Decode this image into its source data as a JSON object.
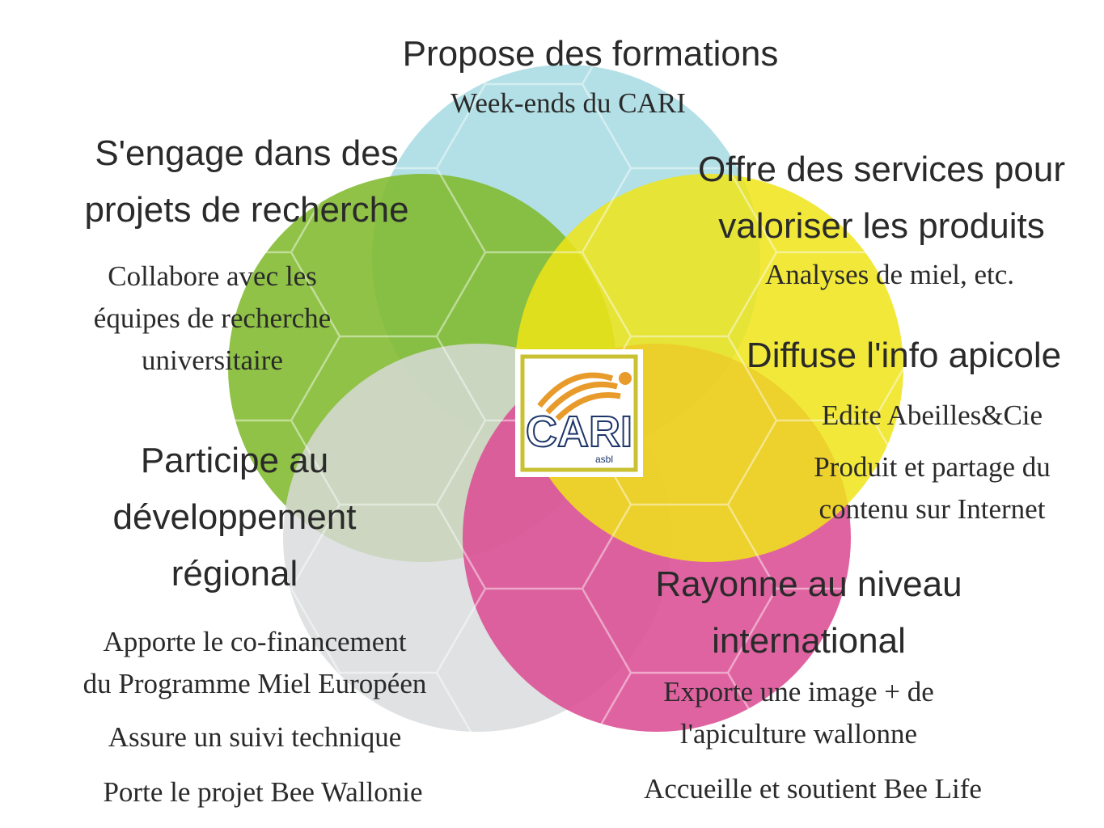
{
  "colors": {
    "blue": "#a9dce3",
    "green": "#7fba2c",
    "yellow": "#efe418",
    "grey": "#d9dadc",
    "pink": "#dc4d94",
    "logo_orange": "#e89b2a",
    "logo_navy": "#1c3568"
  },
  "logo": {
    "text": "CARI",
    "subtext": "asbl"
  },
  "formations": {
    "title": "Propose des formations",
    "items": [
      "Week-ends du CARI"
    ]
  },
  "recherche": {
    "title_lines": [
      "S'engage dans des",
      "projets de recherche"
    ],
    "items_lines": [
      "Collabore avec les",
      "équipes de recherche",
      "universitaire"
    ]
  },
  "services": {
    "title_lines": [
      "Offre des services pour",
      "valoriser les produits"
    ],
    "items": [
      "Analyses de miel, etc."
    ]
  },
  "info": {
    "title": "Diffuse l'info apicole",
    "item1": "Edite Abeilles&Cie",
    "item2_lines": [
      "Produit et partage du",
      "contenu sur Internet"
    ]
  },
  "regional": {
    "title_lines": [
      "Participe au",
      "développement",
      "régional"
    ],
    "item1_lines": [
      "Apporte le co-financement",
      "du Programme Miel Européen"
    ],
    "item2": "Assure un suivi technique",
    "item3": "Porte le projet Bee Wallonie"
  },
  "international": {
    "title_lines": [
      "Rayonne au niveau",
      "international"
    ],
    "item1_lines": [
      "Exporte une image + de",
      "l'apiculture wallonne"
    ],
    "item2": "Accueille et soutient Bee Life"
  }
}
